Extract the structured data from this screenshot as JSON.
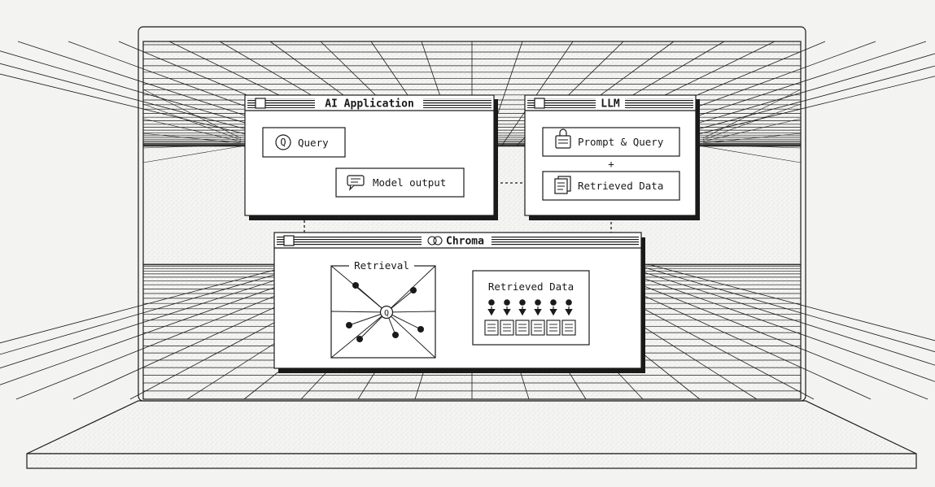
{
  "windows": {
    "app": {
      "title": "AI Application"
    },
    "llm": {
      "title": "LLM"
    },
    "chroma": {
      "title": "Chroma"
    }
  },
  "app": {
    "query_label": "Query",
    "model_output_label": "Model output"
  },
  "llm": {
    "prompt_label": "Prompt & Query",
    "plus": "+",
    "retrieved_label": "Retrieved Data"
  },
  "chroma": {
    "retrieval_label": "Retrieval",
    "retrieved_label": "Retrieved Data",
    "query_glyph": "Q"
  },
  "icons": {
    "query": "Q",
    "model_output": "chat-bubble-icon",
    "prompt": "lock-document-icon",
    "retrieved": "stacked-documents-icon",
    "chroma_logo": "chroma-logo-icon",
    "window_control": "window-close-box-icon"
  },
  "colors": {
    "ink": "#1a1a1a",
    "paper": "#ffffff",
    "speckle": "#e9e9e7"
  }
}
